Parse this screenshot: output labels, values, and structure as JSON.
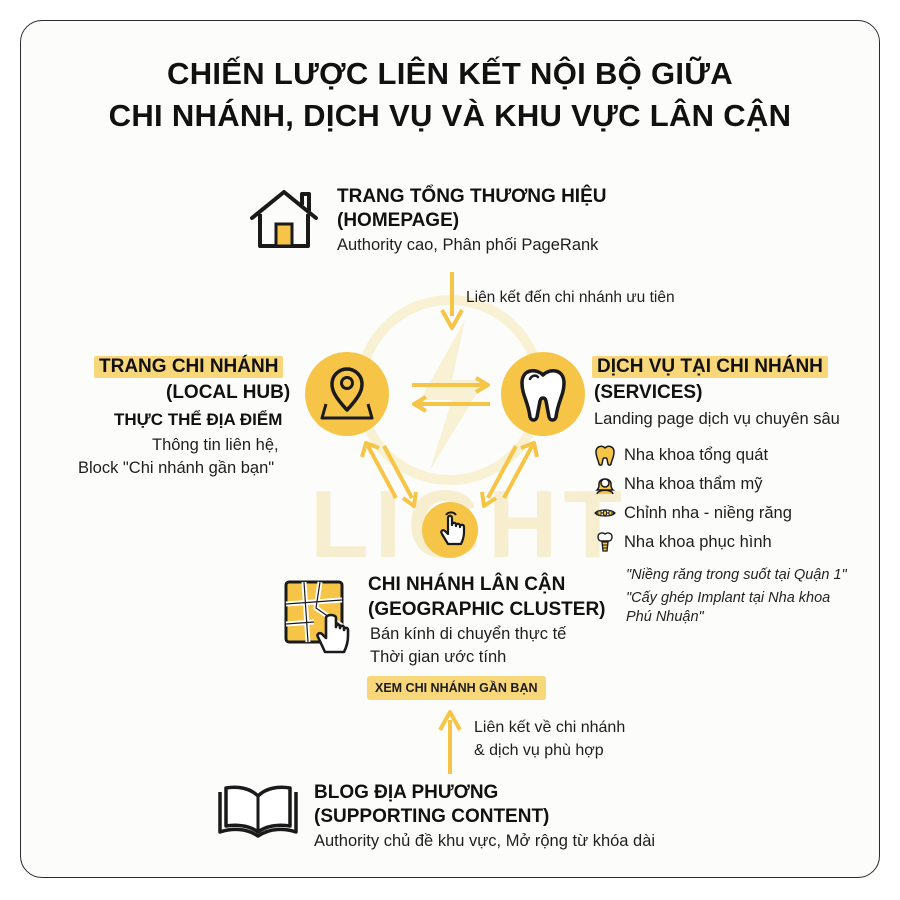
{
  "title": {
    "line1": "CHIẾN LƯỢC LIÊN KẾT NỘI BỘ GIỮA",
    "line2": "CHI NHÁNH, DỊCH VỤ VÀ KHU VỰC LÂN CẬN"
  },
  "homepage": {
    "title1": "TRANG TỔNG THƯƠNG HIỆU",
    "title2": "(HOMEPAGE)",
    "desc": "Authority cao, Phân phối PageRank",
    "arrow_label": "Liên kết đến chi nhánh ưu tiên"
  },
  "branch": {
    "title1": "TRANG CHI NHÁNH",
    "title2": "(LOCAL HUB)",
    "subtitle": "THỰC THỂ ĐỊA ĐIỂM",
    "desc1": "Thông tin liên hệ,",
    "desc2": "Block \"Chi nhánh gần bạn\""
  },
  "services": {
    "title1": "DỊCH VỤ TẠI CHI NHÁNH",
    "title2": "(SERVICES)",
    "desc": "Landing page dịch vụ chuyên sâu",
    "items": [
      {
        "label": "Nha khoa tổng quát",
        "icon": "tooth-icon"
      },
      {
        "label": "Nha khoa thẩm mỹ",
        "icon": "woman-icon"
      },
      {
        "label": "Chỉnh nha - niềng răng",
        "icon": "braces-icon"
      },
      {
        "label": "Nha khoa phục hình",
        "icon": "implant-icon"
      }
    ],
    "examples": [
      "\"Niềng răng trong suốt tại Quận 1\"",
      "\"Cấy ghép Implant tại Nha khoa",
      "Phú Nhuận\""
    ]
  },
  "nearby": {
    "title1": "CHI NHÁNH LÂN CẬN",
    "title2": "(GEOGRAPHIC CLUSTER)",
    "desc1": "Bán kính di chuyển thực tế",
    "desc2": "Thời gian ước tính",
    "button": "XEM CHI NHÁNH GẦN BẠN",
    "arrow_label1": "Liên kết về chi nhánh",
    "arrow_label2": "& dịch vụ phù hợp"
  },
  "blog": {
    "title1": "BLOG ĐỊA PHƯƠNG",
    "title2": "(SUPPORTING CONTENT)",
    "desc": "Authority chủ đề khu vực, Mở rộng từ khóa dài"
  },
  "watermark": "LIGHT",
  "colors": {
    "accent": "#f6c548",
    "highlight": "#f7d77a",
    "text": "#1a1a1a",
    "border": "#2b2b2b"
  }
}
